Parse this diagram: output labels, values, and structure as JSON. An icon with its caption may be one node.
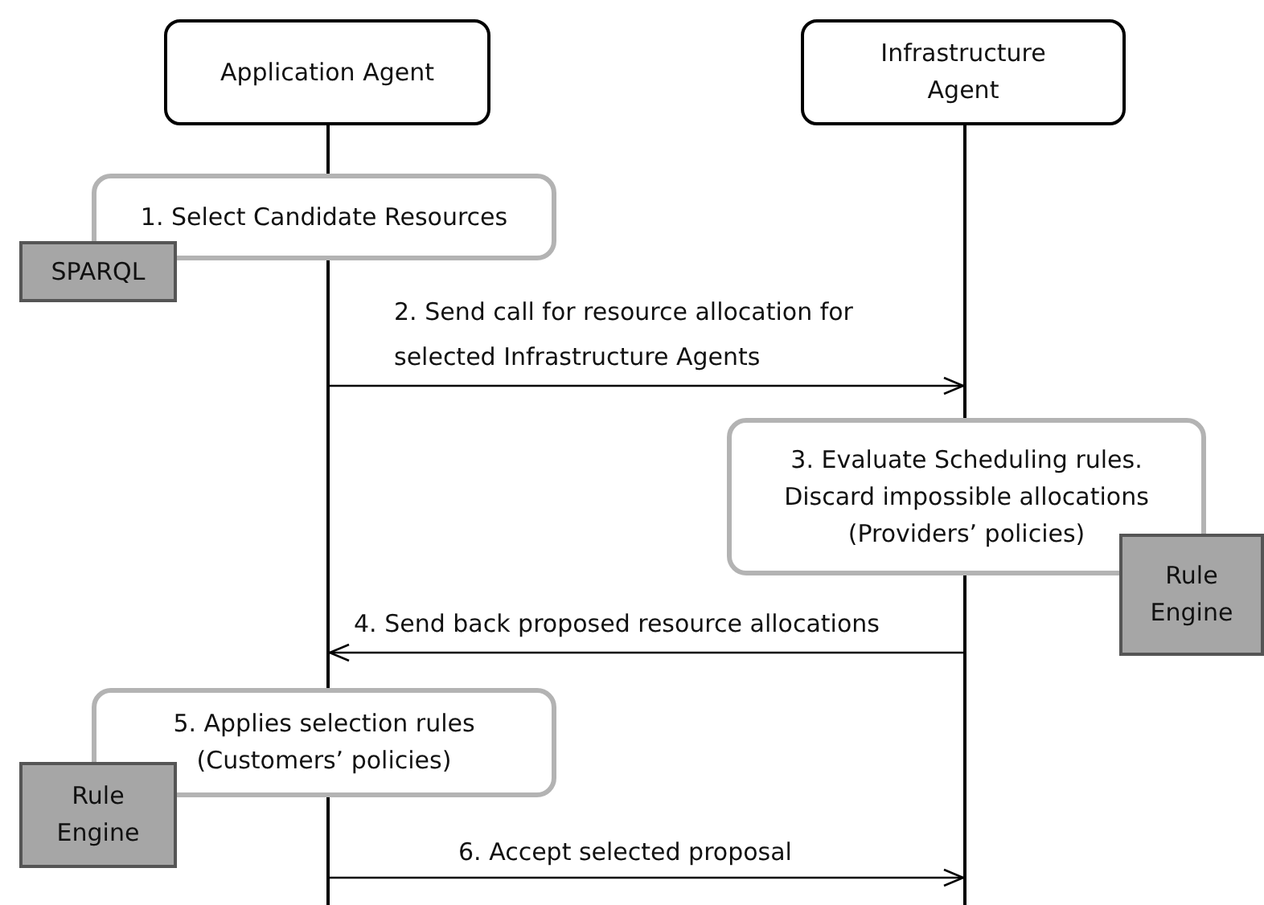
{
  "diagram": {
    "nodes": [
      {
        "text": [
          "Application Agent"
        ]
      },
      {
        "text": [],
        "shape": "bar"
      },
      {
        "text": [
          "Infrastructure Agent"
        ]
      },
      {
        "text": [],
        "shape": "bar"
      },
      {
        "text": [
          "1. Select Candidate Resources"
        ]
      },
      {
        "text": [
          "SPARQL"
        ]
      },
      {
        "text": [
          "3. Evaluate Scheduling rules. Discard impossible allocations (Providers’ policies)"
        ]
      },
      {
        "text": [
          "Rule Engine"
        ]
      },
      {
        "text": [
          "5. Applies selection rules (Customers’ policies)"
        ]
      },
      {
        "text": [
          "Rule Engine"
        ]
      }
    ],
    "edges": [
      {
        "from": 1,
        "to": 3,
        "arrow": "to",
        "label": "2. Send call for resource allocation for selected Infrastructure Agents"
      },
      {
        "from": 3,
        "to": 1,
        "arrow": "to",
        "label": "4. Send back proposed resource allocations"
      },
      {
        "from": 1,
        "to": 3,
        "arrow": "to",
        "label": "6. Accept selected proposal"
      }
    ]
  }
}
